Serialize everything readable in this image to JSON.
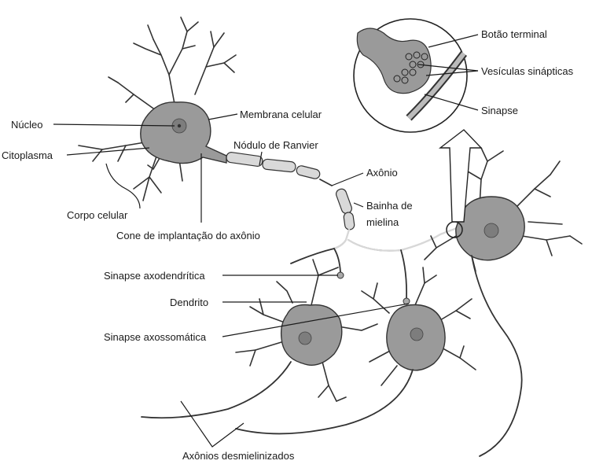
{
  "labels": {
    "nucleo": "Núcleo",
    "citoplasma": "Citoplasma",
    "corpo_celular": "Corpo celular",
    "cone": "Cone de implantação do axônio",
    "membrana": "Membrana celular",
    "nodulo": "Nódulo de Ranvier",
    "axonio": "Axônio",
    "bainha_1": "Bainha de",
    "bainha_2": "mielina",
    "botao": "Botão terminal",
    "vesiculas": "Vesículas sinápticas",
    "sinapse": "Sinapse",
    "axodendritica": "Sinapse axodendrítica",
    "dendrito": "Dendrito",
    "axossomatica": "Sinapse axossomática",
    "desmielinizados": "Axônios desmielinizados"
  },
  "colors": {
    "cell_body": "#9a9a9a",
    "myelin": "#d9d9d9",
    "outline": "#333333"
  }
}
